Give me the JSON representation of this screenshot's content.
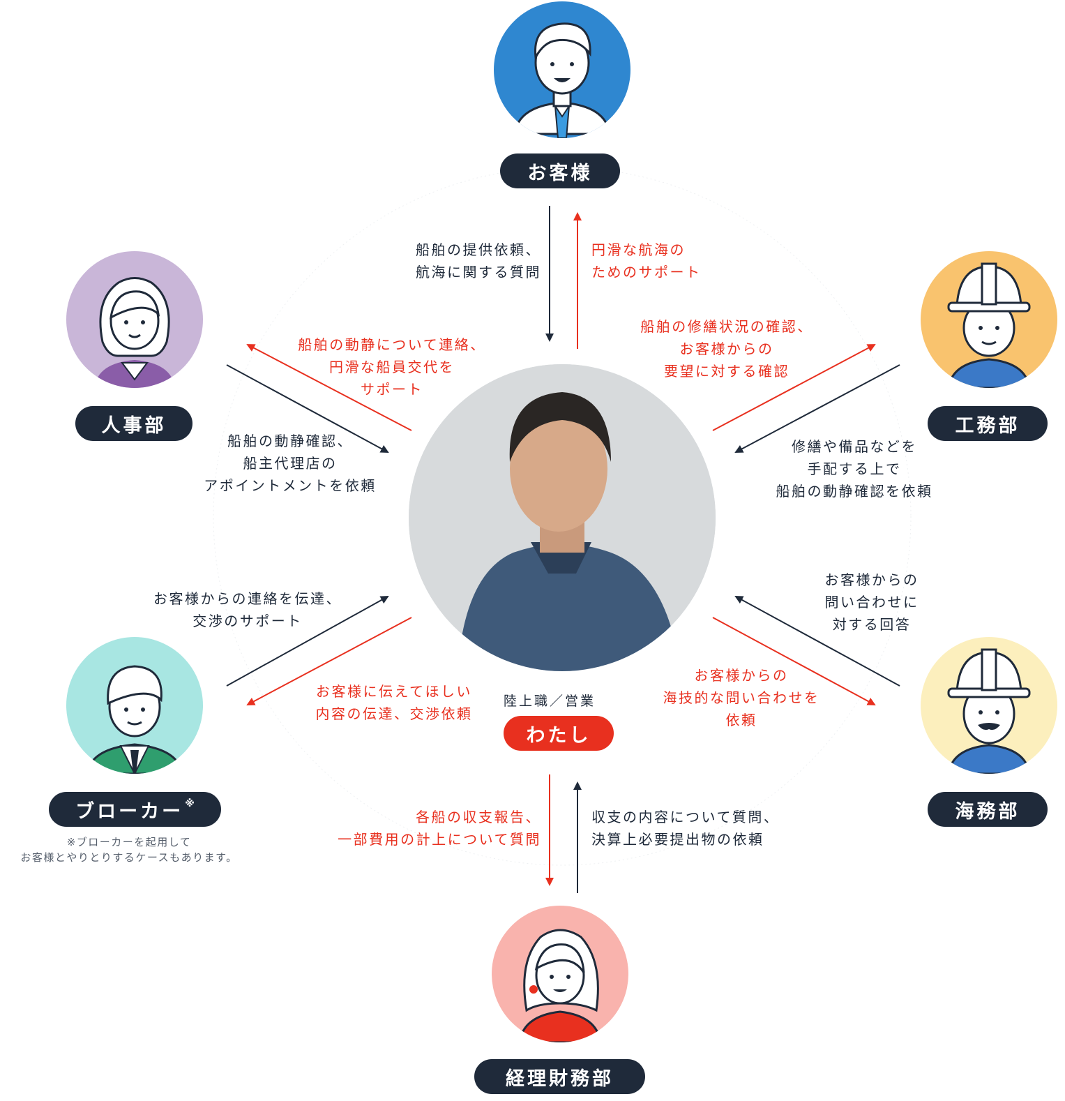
{
  "colors": {
    "dark": "#1f2a3a",
    "accent": "#e8301f",
    "customer_bg": "#2f87d0",
    "hr_bg": "#c9b6d8",
    "engineering_bg": "#f9c36e",
    "broker_bg": "#a8e6e2",
    "marine_bg": "#fcefbd",
    "finance_bg": "#f9b3ad"
  },
  "center": {
    "role": "陸上職／営業",
    "label": "わたし",
    "photo_icon": "portrait-photo"
  },
  "nodes": {
    "customer": {
      "label": "お客様",
      "icon": "customer-avatar"
    },
    "hr": {
      "label": "人事部",
      "icon": "hr-avatar"
    },
    "engineering": {
      "label": "工務部",
      "icon": "engineering-avatar"
    },
    "broker": {
      "label": "ブローカー",
      "mark": "※",
      "icon": "broker-avatar",
      "note": [
        "※ブローカーを起用して",
        "お客様とやりとりするケースもあります。"
      ]
    },
    "marine": {
      "label": "海務部",
      "icon": "marine-avatar"
    },
    "finance": {
      "label": "経理財務部",
      "icon": "finance-avatar"
    }
  },
  "messages": {
    "customer_in": [
      "船舶の提供依頼、",
      "航海に関する質問"
    ],
    "customer_out": [
      "円滑な航海の",
      "ためのサポート"
    ],
    "hr_out": [
      "船舶の動静について連絡、",
      "円滑な船員交代を",
      "サポート"
    ],
    "hr_in": [
      "船舶の動静確認、",
      "船主代理店の",
      "アポイントメントを依頼"
    ],
    "engineering_out": [
      "船舶の修繕状況の確認、",
      "お客様からの",
      "要望に対する確認"
    ],
    "engineering_in": [
      "修繕や備品などを",
      "手配する上で",
      "船舶の動静確認を依頼"
    ],
    "broker_in": [
      "お客様からの連絡を伝達、",
      "交渉のサポート"
    ],
    "broker_out": [
      "お客様に伝えてほしい",
      "内容の伝達、交渉依頼"
    ],
    "marine_in": [
      "お客様からの",
      "問い合わせに",
      "対する回答"
    ],
    "marine_out": [
      "お客様からの",
      "海技的な問い合わせを",
      "依頼"
    ],
    "finance_out": [
      "各船の収支報告、",
      "一部費用の計上について質問"
    ],
    "finance_in": [
      "収支の内容について質問、",
      "決算上必要提出物の依頼"
    ]
  }
}
